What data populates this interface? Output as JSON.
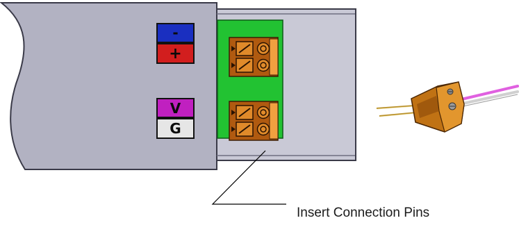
{
  "title": "",
  "terminal_labels": {
    "negative": "-",
    "positive": "+",
    "voltage": "V",
    "ground": "G"
  },
  "callout": {
    "text": "Insert Connection Pins"
  },
  "colors": {
    "housing": "#b2b2c2",
    "housing_dark": "#8e8ea0",
    "tray": "#c9c9d6",
    "pcb": "#22c232",
    "terminal_block": "#e08a2a",
    "terminal_body": "#b05a10",
    "label_negative": "#1a2fc0",
    "label_positive": "#d21e1e",
    "label_voltage": "#c020c0",
    "label_ground": "#e6e6e6",
    "wire_magenta": "#e060e0",
    "wire_gray": "#c8c8c8"
  }
}
